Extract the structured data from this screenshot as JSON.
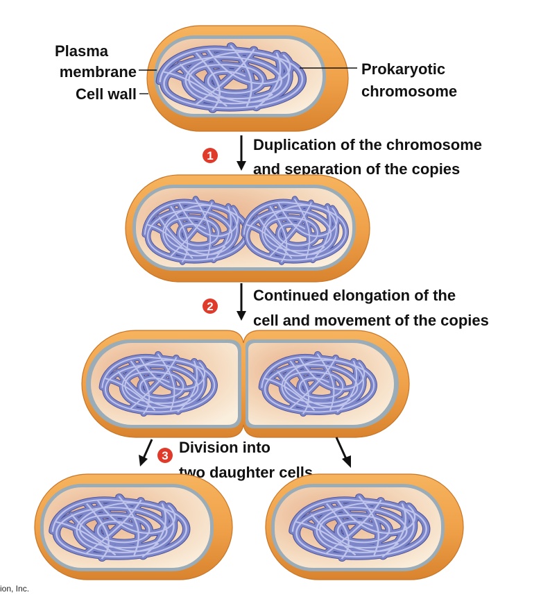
{
  "labels": {
    "plasma_membrane_line1": "Plasma",
    "plasma_membrane_line2": "membrane",
    "cell_wall": "Cell wall",
    "prokaryotic_line1": "Prokaryotic",
    "prokaryotic_line2": "chromosome"
  },
  "steps": [
    {
      "number": "1",
      "line1": "Duplication of the chromosome",
      "line2": "and separation of the copies"
    },
    {
      "number": "2",
      "line1": "Continued elongation of the",
      "line2": "cell and movement of the copies"
    },
    {
      "number": "3",
      "line1": "Division into",
      "line2": "two daughter cells"
    }
  ],
  "credit": "ion, Inc.",
  "colors": {
    "cell_wall": "#f0a24a",
    "cell_wall_dark": "#d9832e",
    "membrane": "#9aacb8",
    "cytoplasm": "#f7e3cc",
    "cytoplasm_shade": "#e9b48c",
    "chromosome": "#7d86c8",
    "step_badge": "#e03a2a"
  }
}
